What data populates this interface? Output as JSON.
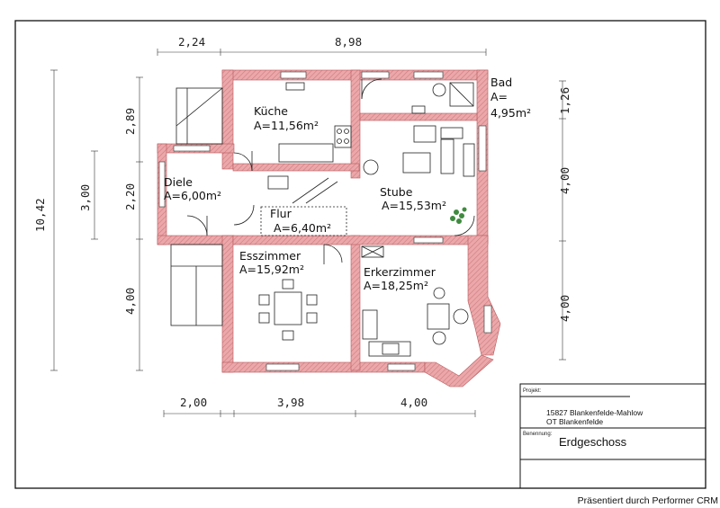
{
  "dimensions": {
    "top": [
      "2,24",
      "8,98"
    ],
    "left_outer": "10,42",
    "left_mid": "3,00",
    "left_inner": [
      "2,89",
      "2,20",
      "4,00"
    ],
    "right": [
      "1,26",
      "4,00",
      "4,00"
    ],
    "bottom": [
      "2,00",
      "3,98",
      "4,00"
    ]
  },
  "rooms": {
    "kueche": {
      "name": "Küche",
      "area": "A=11,56m²"
    },
    "bad": {
      "name": "Bad",
      "area_label": "A=",
      "area_value": "4,95m²"
    },
    "diele": {
      "name": "Diele",
      "area": "A=6,00m²"
    },
    "flur": {
      "name": "Flur",
      "area": "A=6,40m²"
    },
    "stube": {
      "name": "Stube",
      "area": "A=15,53m²"
    },
    "esszimmer": {
      "name": "Esszimmer",
      "area": "A=15,92m²"
    },
    "erkerzimmer": {
      "name": "Erkerzimmer",
      "area": "A=18,25m²"
    }
  },
  "title_block": {
    "projekt_label": "Projekt:",
    "address_line1": "15827 Blankenfelde-Mahlow",
    "address_line2": "OT Blankenfelde",
    "benennung_label": "Benennung:",
    "title": "Erdgeschoss"
  },
  "footer": "Präsentiert durch Performer CRM",
  "colors": {
    "wall": "#e8a4a6",
    "wall_edge": "#c0555a",
    "line": "#222222"
  }
}
